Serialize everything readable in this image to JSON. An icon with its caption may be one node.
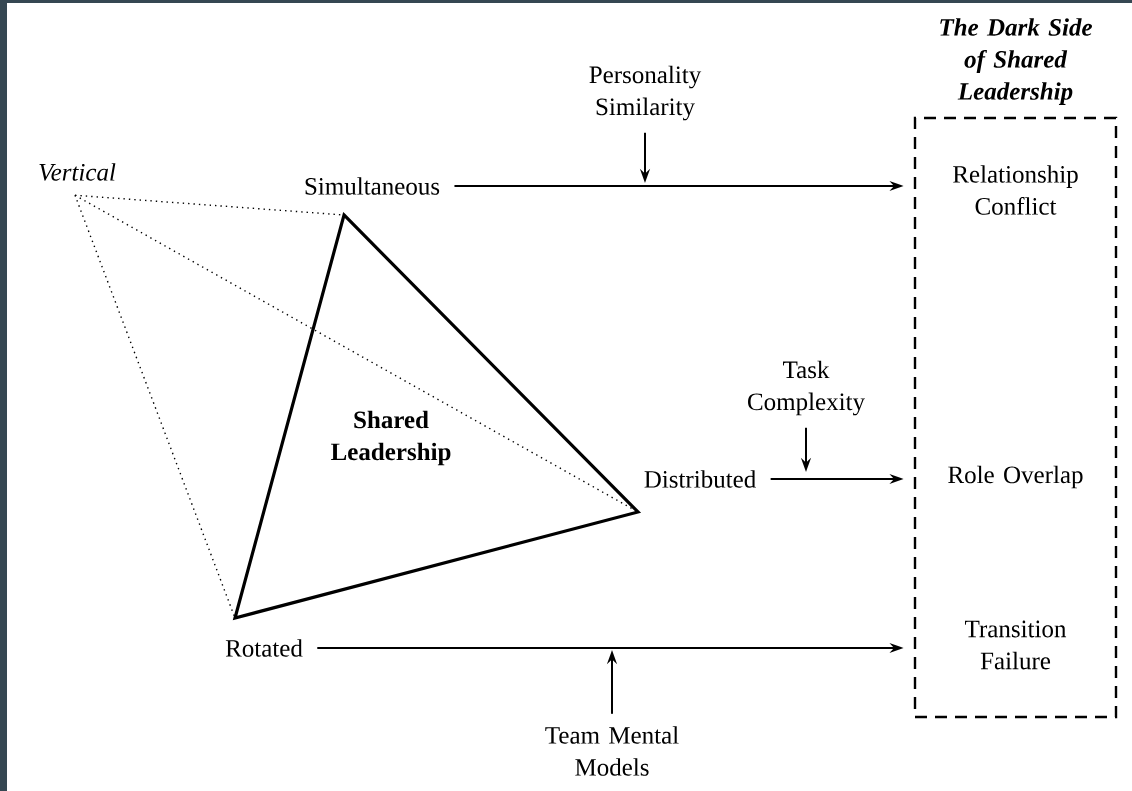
{
  "diagram": {
    "nodes": [
      {
        "text": [
          "The Dark Side of Shared Leadership"
        ]
      },
      {
        "text": [
          "Relationship Conflict"
        ],
        "in": 0
      },
      {
        "text": [
          "Role Overlap"
        ],
        "in": 0
      },
      {
        "text": [
          "Transition Failure"
        ],
        "in": 0
      },
      {
        "text": [
          "Vertical"
        ]
      },
      {
        "text": [
          "Simultaneous"
        ]
      },
      {
        "text": [
          "Personality Similarity"
        ]
      },
      {
        "text": [
          "Shared Leadership"
        ]
      },
      {
        "text": [
          "Task Complexity"
        ]
      },
      {
        "text": [
          "Distributed"
        ]
      },
      {
        "text": [
          "Rotated"
        ]
      },
      {
        "text": [
          "Team Mental Models"
        ]
      }
    ],
    "edges": [
      {
        "from": 5,
        "to": 1,
        "arrow": "to"
      },
      {
        "from": 9,
        "to": 2,
        "arrow": "to"
      },
      {
        "from": 10,
        "to": 3,
        "arrow": "to"
      },
      {
        "from": 6,
        "to": null,
        "arrow": "to"
      },
      {
        "from": 8,
        "to": null,
        "arrow": "to"
      },
      {
        "from": 11,
        "to": null,
        "arrow": "to"
      },
      {
        "from": 4,
        "to": 7,
        "arrow": "none",
        "style": "dashed"
      },
      {
        "from": 4,
        "to": 7,
        "arrow": "none",
        "style": "dashed"
      },
      {
        "from": 4,
        "to": 7,
        "arrow": "none",
        "style": "dashed"
      }
    ]
  }
}
